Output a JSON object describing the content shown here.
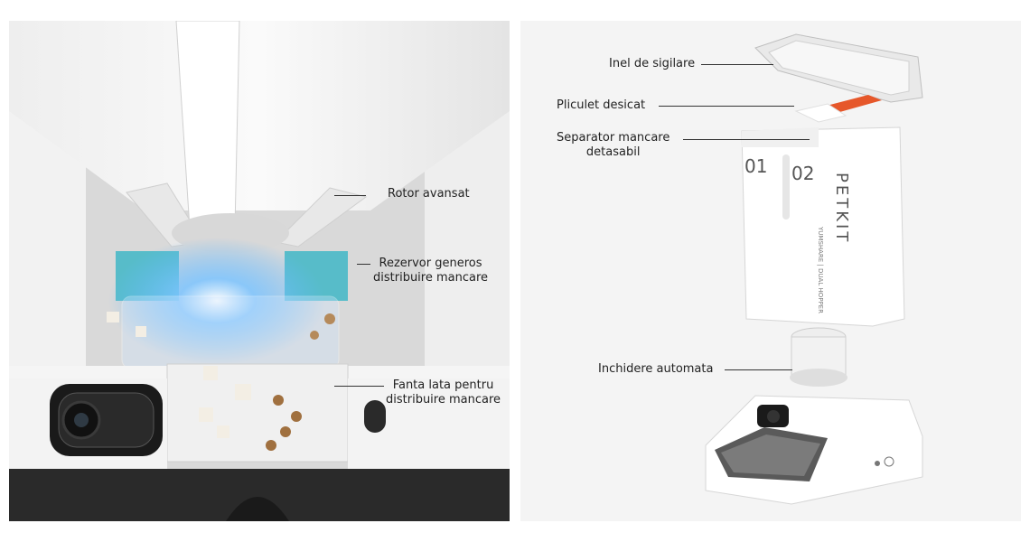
{
  "left_panel": {
    "labels": {
      "rotor": "Rotor avansat",
      "reservoir": "Rezervor generos\ndistribuire mancare",
      "slot": "Fanta lata pentru\ndistribuire mancare"
    }
  },
  "right_panel": {
    "labels": {
      "seal_ring": "Inel de sigilare",
      "desiccant": "Pliculet desicat",
      "separator": "Separator mancare\ndetasabil",
      "auto_close": "Inchidere automata"
    },
    "hopper_compartments": [
      "01",
      "02"
    ],
    "brand_text": "PETKIT",
    "model_text": "YUMSHARE | DUAL HOPPER"
  },
  "colors": {
    "accent_teal": "#3fb6c6",
    "glow_blue": "#5fb8ff",
    "desiccant_orange": "#e6572a",
    "dark_tray": "#2a2a2a"
  }
}
